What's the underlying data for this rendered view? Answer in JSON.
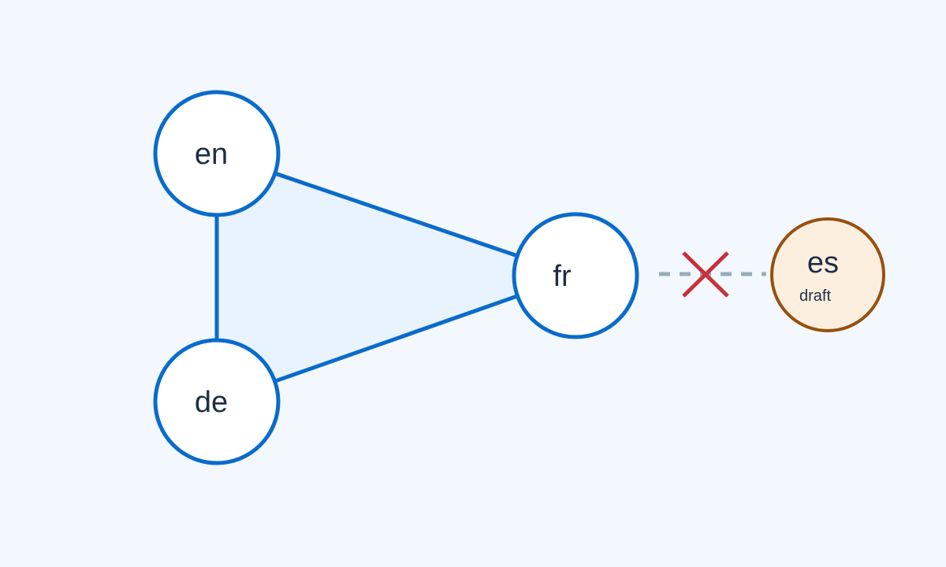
{
  "nodes": {
    "en": {
      "label": "en"
    },
    "de": {
      "label": "de"
    },
    "fr": {
      "label": "fr"
    },
    "es": {
      "label": "es",
      "status": "draft"
    }
  },
  "connections": [
    {
      "from": "en",
      "to": "de",
      "style": "solid"
    },
    {
      "from": "en",
      "to": "fr",
      "style": "solid"
    },
    {
      "from": "de",
      "to": "fr",
      "style": "solid"
    },
    {
      "from": "fr",
      "to": "es",
      "style": "dashed",
      "blocked": true
    }
  ],
  "colors": {
    "background": "#f3f8fe",
    "node_stroke": "#0a6bcb",
    "node_fill": "#ffffff",
    "group_fill": "#e8f3fd",
    "draft_stroke": "#97500f",
    "draft_fill": "#fdefe0",
    "dashed_line": "#9aabb8",
    "blocked_mark": "#c9303a",
    "label_text": "#1e2d45"
  }
}
